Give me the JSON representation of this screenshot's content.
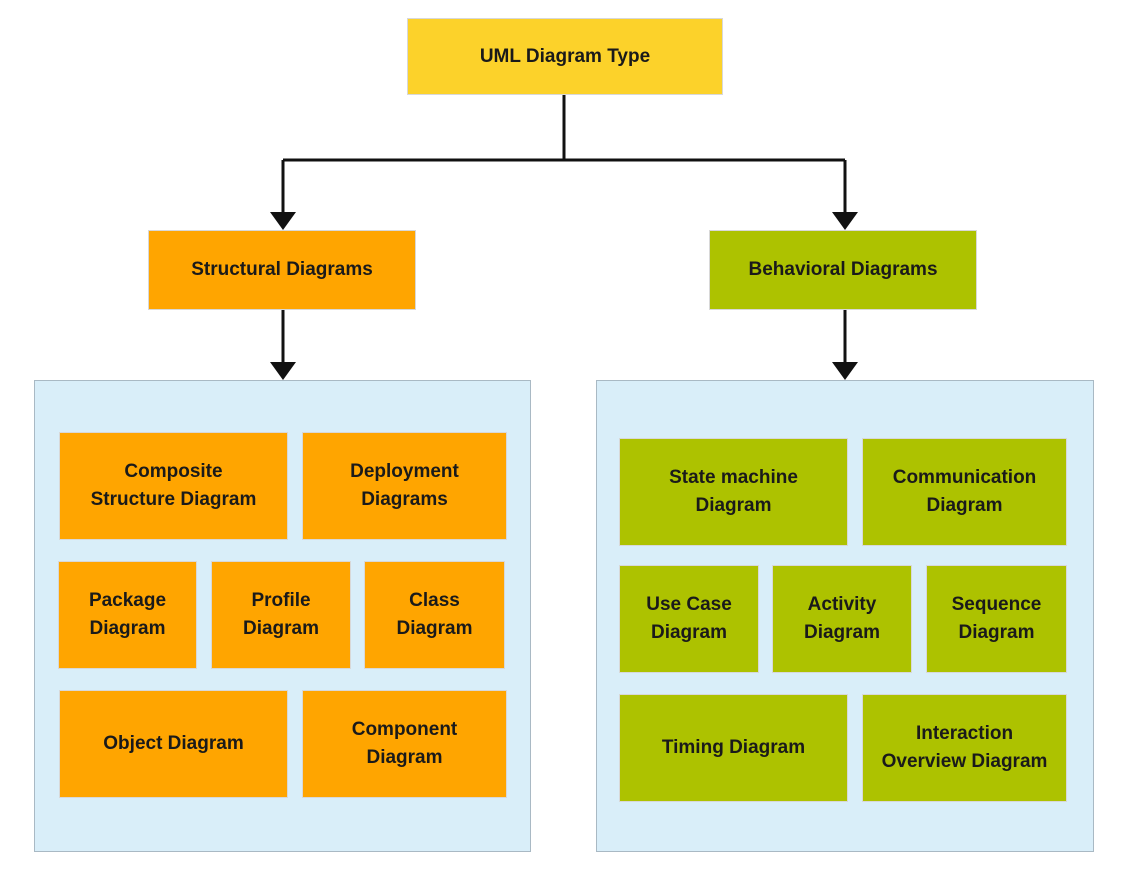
{
  "root": {
    "label": "UML Diagram Type"
  },
  "structural": {
    "label": "Structural Diagrams",
    "items": [
      {
        "label": "Composite\nStructure Diagram"
      },
      {
        "label": "Deployment\nDiagrams"
      },
      {
        "label": "Package\nDiagram"
      },
      {
        "label": "Profile\nDiagram"
      },
      {
        "label": "Class\nDiagram"
      },
      {
        "label": "Object Diagram"
      },
      {
        "label": "Component\nDiagram"
      }
    ]
  },
  "behavioral": {
    "label": "Behavioral Diagrams",
    "items": [
      {
        "label": "State machine\nDiagram"
      },
      {
        "label": "Communication\nDiagram"
      },
      {
        "label": "Use Case\nDiagram"
      },
      {
        "label": "Activity\nDiagram"
      },
      {
        "label": "Sequence\nDiagram"
      },
      {
        "label": "Timing Diagram"
      },
      {
        "label": "Interaction\nOverview Diagram"
      }
    ]
  },
  "colors": {
    "root_fill": "#fcd22a",
    "structural_fill": "#ffa500",
    "behavioral_fill": "#adc200",
    "panel_fill": "#d9eef9",
    "connector": "#111111"
  }
}
